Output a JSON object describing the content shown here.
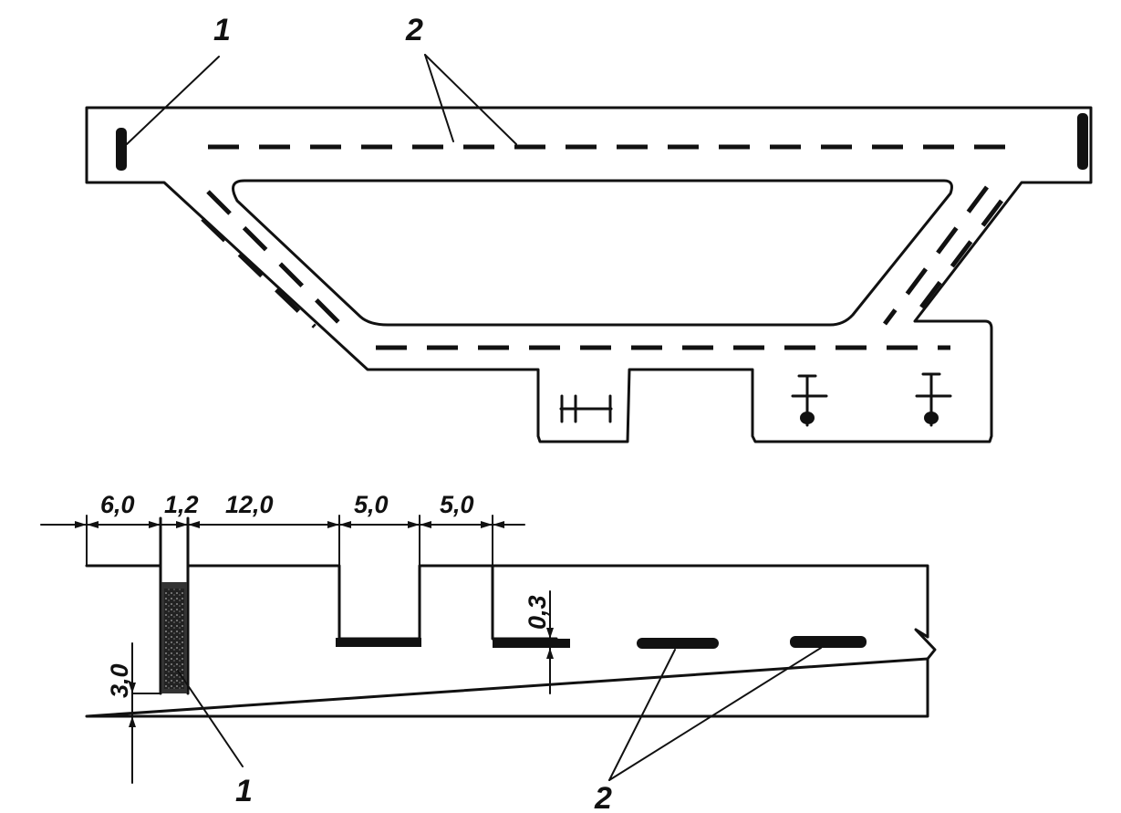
{
  "callouts": {
    "top_1": "1",
    "top_2": "2",
    "bottom_1": "1",
    "bottom_2": "2"
  },
  "dimensions": {
    "d1": "6,0",
    "d2": "1,2",
    "d3": "12,0",
    "d4": "5,0",
    "d5": "5,0",
    "depth": "0,3",
    "slot_depth": "3,0"
  }
}
